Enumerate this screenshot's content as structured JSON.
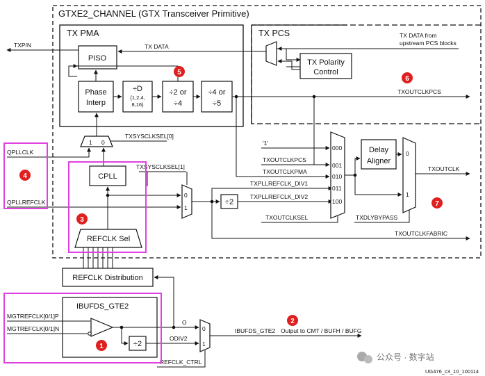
{
  "title": "GTXE2_CHANNEL (GTX Transceiver Primitive)",
  "sections": {
    "tx_pma": "TX PMA",
    "tx_pcs": "TX PCS"
  },
  "blocks": {
    "piso": "PISO",
    "phase_interp_1": "Phase",
    "phase_interp_2": "Interp",
    "div_d_1": "÷D",
    "div_d_2": "{1,2,4,",
    "div_d_3": "8,16}",
    "div2or4_1": "÷2 or",
    "div2or4_2": "÷4",
    "div4or5_1": "÷4 or",
    "div4or5_2": "÷5",
    "tx_polarity_1": "TX Polarity",
    "tx_polarity_2": "Control",
    "delay_aligner_1": "Delay",
    "delay_aligner_2": "Aligner",
    "cpll": "CPLL",
    "refclk_sel": "REFCLK Sel",
    "refclk_distribution": "REFCLK Distribution",
    "ibufds_gte2": "IBUFDS_GTE2",
    "div2_a": "÷2",
    "div2_b": "÷2"
  },
  "signals": {
    "txp_n": "TXP/N",
    "tx_data_pma": "TX DATA",
    "tx_data_from_1": "TX DATA from",
    "tx_data_from_2": "upstream PCS blocks",
    "txoutclkpcs_top": "TXOUTCLKPCS",
    "txsysclksel0": "TXSYSCLKSEL[0]",
    "txsysclksel1": "TXSYSCLKSEL[1]",
    "qpllclk": "QPLLCLK",
    "qpllrefclk": "QPLLREFCLK",
    "one_quote": "'1'",
    "txoutclkpcs_mux": "TXOUTCLKPCS",
    "txoutclkpma": "TXOUTCLKPMA",
    "txpllrefclk_div1": "TXPLLREFCLK_DIV1",
    "txpllrefclk_div2": "TXPLLREFCLK_DIV2",
    "txoutclksel": "TXOUTCLKSEL",
    "txdlybypass": "TXDLYBYPASS",
    "txoutclk": "TXOUTCLK",
    "txoutclkfabric": "TXOUTCLKFABRIC",
    "mgtrefclk_p": "MGTREFCLK[0/1]P",
    "mgtrefclk_n": "MGTREFCLK[0/1]N",
    "o_label": "O",
    "odiv2": "ODIV2",
    "ibufds_out": "IBUFDS_GTE2",
    "output_to": "Output to CMT / BUFH / BUFG",
    "refclk_ctrl": "REFCLK_CTRL"
  },
  "mux_inputs": {
    "sel1_1": "1",
    "sel1_0": "0",
    "sel2_0": "0",
    "sel2_1": "1",
    "main": [
      "000",
      "001",
      "010",
      "011",
      "100"
    ],
    "dly_0": "0",
    "dly_1": "1",
    "bot_0": "0",
    "bot_1": "1"
  },
  "markers": [
    "1",
    "2",
    "3",
    "4",
    "5",
    "6",
    "7"
  ],
  "figure_id": "UG476_c3_10_100114",
  "watermark": "公众号 · 数字站",
  "colors": {
    "highlight": "#e040e0",
    "marker": "#e02020",
    "line": "#111111"
  }
}
